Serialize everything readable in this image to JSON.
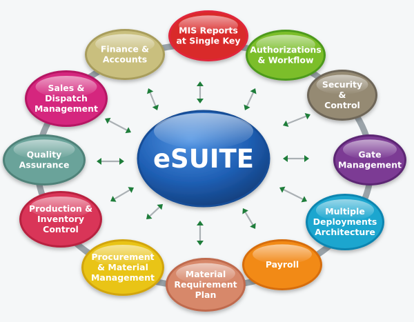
{
  "core": {
    "label": "eSUITE",
    "color": "#1f5fb4"
  },
  "ring_color": "#9aa3a9",
  "arrow_color": "#1e7d3a",
  "modules": [
    {
      "key": "mis",
      "lines": [
        "MIS Reports",
        "at Single Key"
      ],
      "color": "#d92b2b",
      "rim": "#e0263a"
    },
    {
      "key": "auth",
      "lines": [
        "Authorizations",
        "& Workflow"
      ],
      "color": "#7cbe2c",
      "rim": "#4e9a1c"
    },
    {
      "key": "security",
      "lines": [
        "Security",
        "&",
        "Control"
      ],
      "color": "#958a73",
      "rim": "#6e6658"
    },
    {
      "key": "gate",
      "lines": [
        "Gate",
        "Management"
      ],
      "color": "#7b3a94",
      "rim": "#5b2673"
    },
    {
      "key": "deploy",
      "lines": [
        "Multiple",
        "Deployments",
        "Architecture"
      ],
      "color": "#1aa6cf",
      "rim": "#0f85b0"
    },
    {
      "key": "payroll",
      "lines": [
        "Payroll"
      ],
      "color": "#f28a19",
      "rim": "#d66d0a"
    },
    {
      "key": "mrp",
      "lines": [
        "Material",
        "Requirement",
        "Plan"
      ],
      "color": "#d7886b",
      "rim": "#bf6a4e"
    },
    {
      "key": "procurement",
      "lines": [
        "Procurement",
        "& Material",
        "Management"
      ],
      "color": "#e9c419",
      "rim": "#d2a50b"
    },
    {
      "key": "production",
      "lines": [
        "Production &",
        "Inventory",
        "Control"
      ],
      "color": "#d93459",
      "rim": "#b8203f"
    },
    {
      "key": "quality",
      "lines": [
        "Quality",
        "Assurance"
      ],
      "color": "#6aa39a",
      "rim": "#4f8279"
    },
    {
      "key": "sales",
      "lines": [
        "Sales &",
        "Dispatch",
        "Management"
      ],
      "color": "#d5277e",
      "rim": "#b51563"
    },
    {
      "key": "finance",
      "lines": [
        "Finance &",
        "Accounts"
      ],
      "color": "#c9bf7e",
      "rim": "#a89d5c"
    }
  ]
}
